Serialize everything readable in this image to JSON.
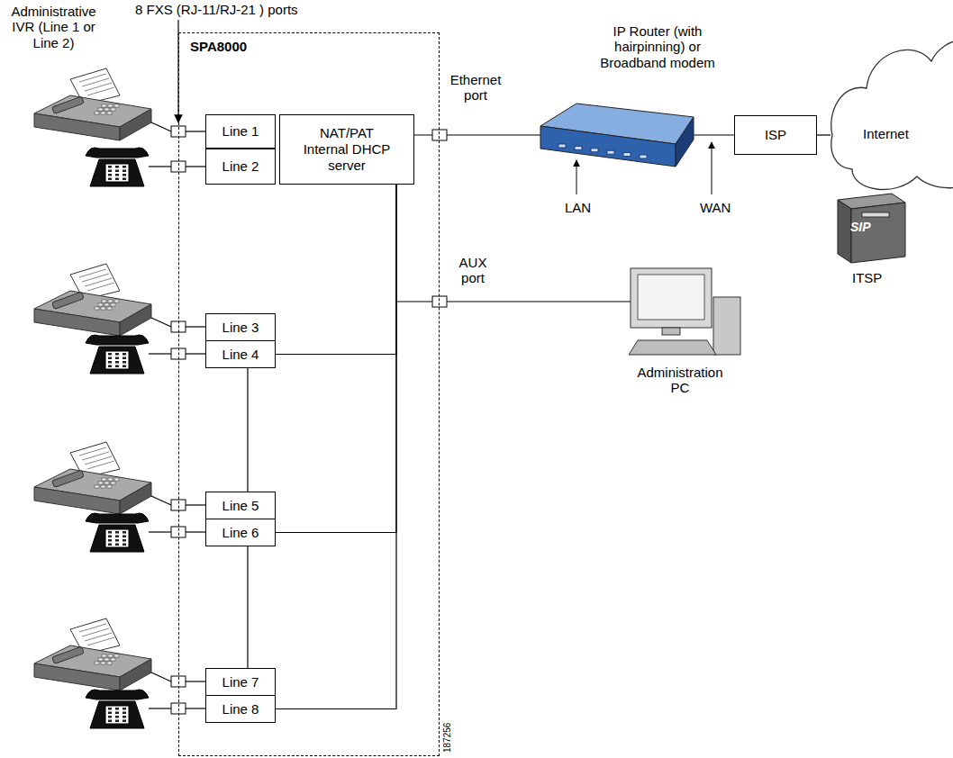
{
  "diagram": {
    "nodes": [
      {
        "text": [
          "SPA8000"
        ]
      },
      {
        "text": [
          "Line 1"
        ],
        "in": 0
      },
      {
        "text": [
          "Line 2"
        ],
        "in": 0
      },
      {
        "text": [
          "NAT/PAT Internal DHCP server"
        ],
        "in": 0
      },
      {
        "text": [
          "Line 3"
        ],
        "in": 0
      },
      {
        "text": [
          "Line 4"
        ],
        "in": 0
      },
      {
        "text": [
          "Line 5"
        ],
        "in": 0
      },
      {
        "text": [
          "Line 6"
        ],
        "in": 0
      },
      {
        "text": [
          "Line 7"
        ],
        "in": 0
      },
      {
        "text": [
          "Line 8"
        ],
        "in": 0
      },
      {
        "text": [
          "ISP"
        ]
      },
      {
        "text": [
          "Internet"
        ]
      }
    ],
    "edges": [
      {
        "from": 3,
        "to": 5,
        "arrow": "none"
      },
      {
        "from": 5,
        "to": 6,
        "arrow": "none"
      },
      {
        "from": 3,
        "to": 7,
        "arrow": "none"
      },
      {
        "from": 7,
        "to": 8,
        "arrow": "none"
      },
      {
        "from": 3,
        "to": 9,
        "arrow": "none"
      },
      {
        "from": 10,
        "to": 11,
        "arrow": "none"
      }
    ],
    "labels": [
      "Administrative IVR (Line 1 or Line 2)",
      "8 FXS (RJ-11/RJ-21 ) ports",
      "Ethernet port",
      "IP Router (with hairpinning) or Broadband modem",
      "LAN",
      "WAN",
      "ITSP",
      "AUX port",
      "Administration PC",
      "187256",
      "SIP"
    ]
  }
}
